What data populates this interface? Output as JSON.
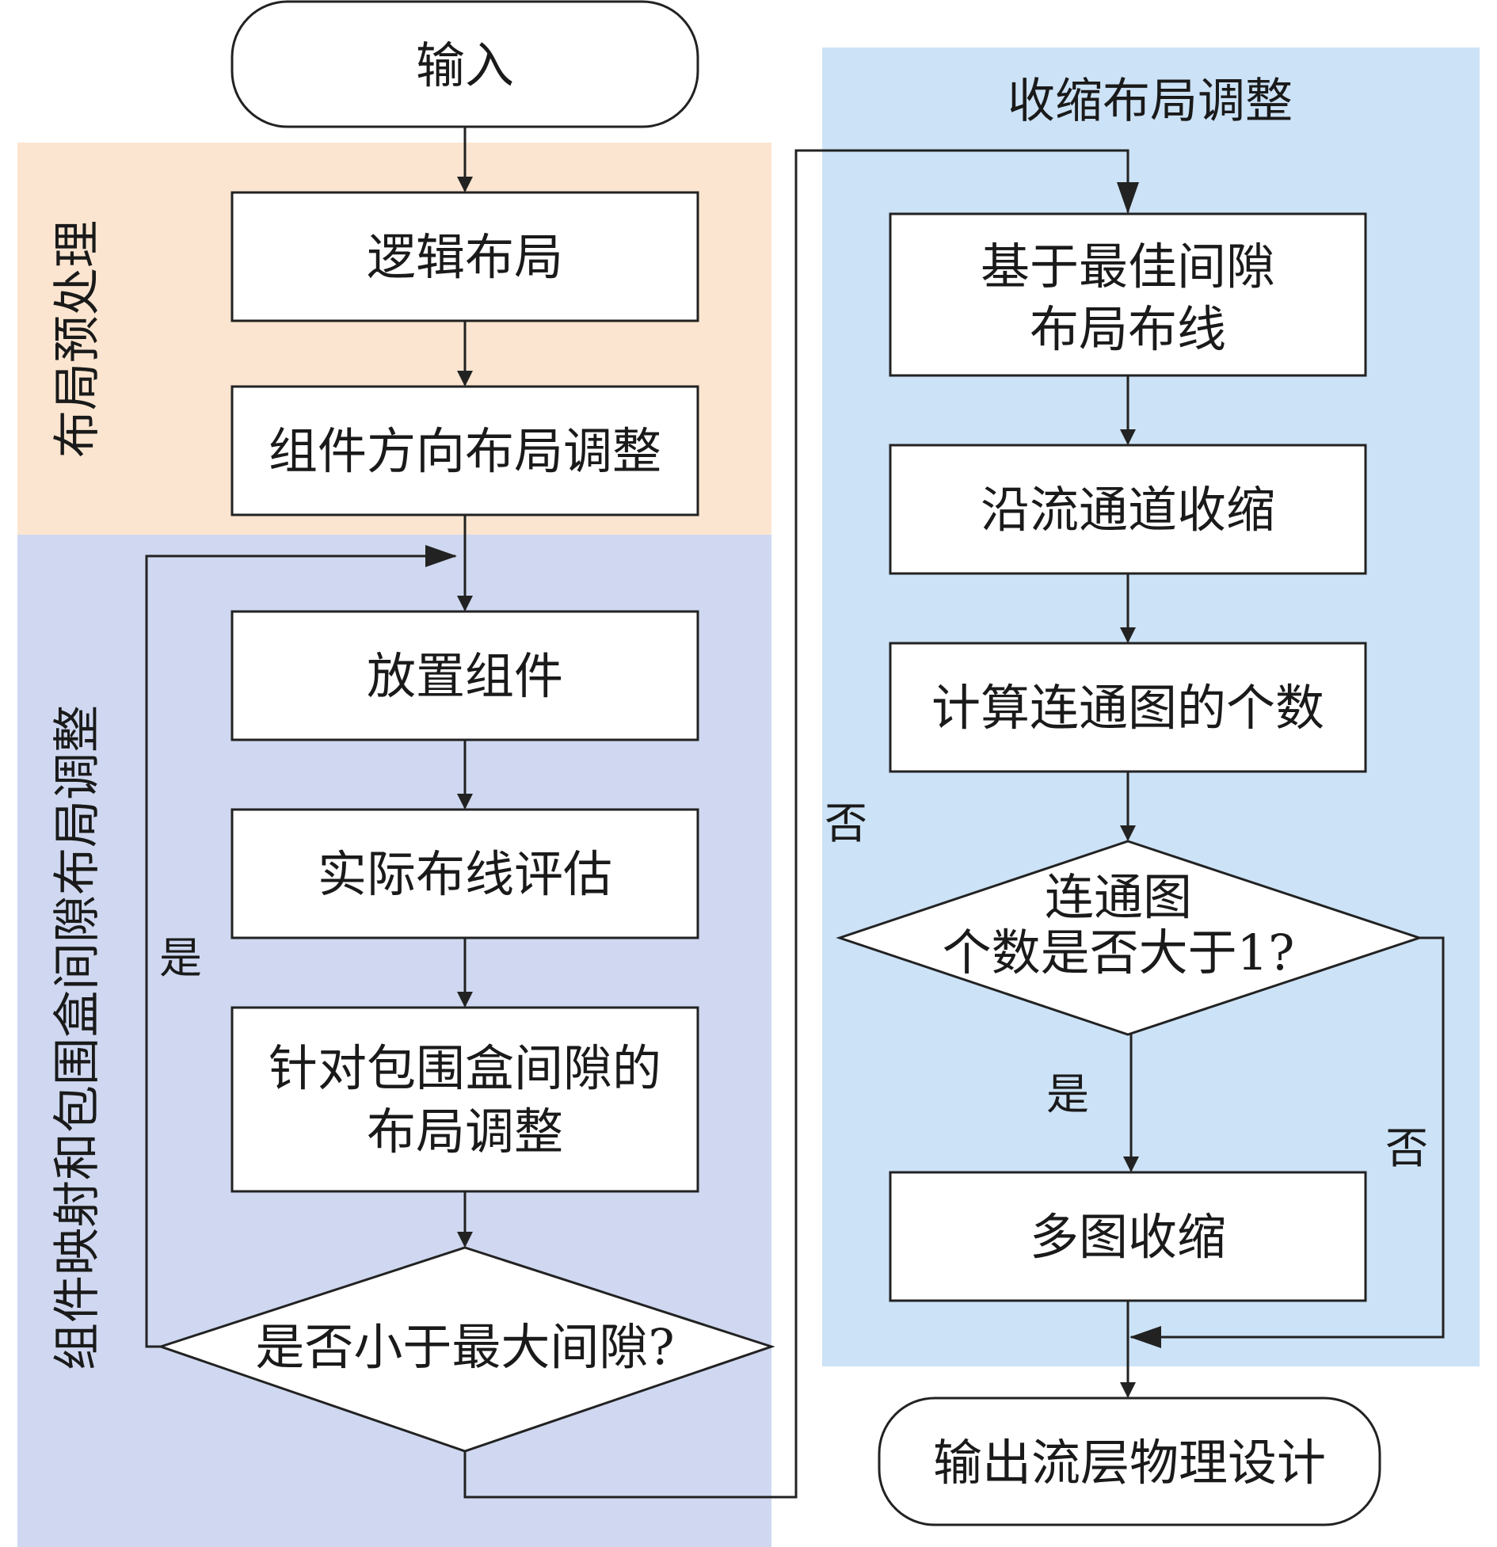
{
  "sections": {
    "preprocess": "布局预处理",
    "mapping_adjust": "组件映射和包围盒间隙布局调整",
    "shrink_adjust": "收缩布局调整"
  },
  "nodes": {
    "input": "输入",
    "logic_layout": "逻辑布局",
    "orient_adjust": "组件方向布局调整",
    "place": "放置组件",
    "route_eval": "实际布线评估",
    "bbox_adjust_line1": "针对包围盒间隙的",
    "bbox_adjust_line2": "布局调整",
    "decision_gap": "是否小于最大间隙?",
    "best_gap_line1": "基于最佳间隙",
    "best_gap_line2": "布局布线",
    "shrink_channel": "沿流通道收缩",
    "count_graphs": "计算连通图的个数",
    "decision_graph_line1": "连通图",
    "decision_graph_line2": "个数是否大于1?",
    "multi_shrink": "多图收缩",
    "output": "输出流层物理设计"
  },
  "edge_labels": {
    "yes_loop": "是",
    "no_to_right": "否",
    "yes_down": "是",
    "no_bypass": "否"
  },
  "colors": {
    "preprocess_bg": "#fbe5d0",
    "mapping_bg": "#cfd8f0",
    "shrink_bg": "#cce2f6",
    "stroke": "#222222"
  }
}
